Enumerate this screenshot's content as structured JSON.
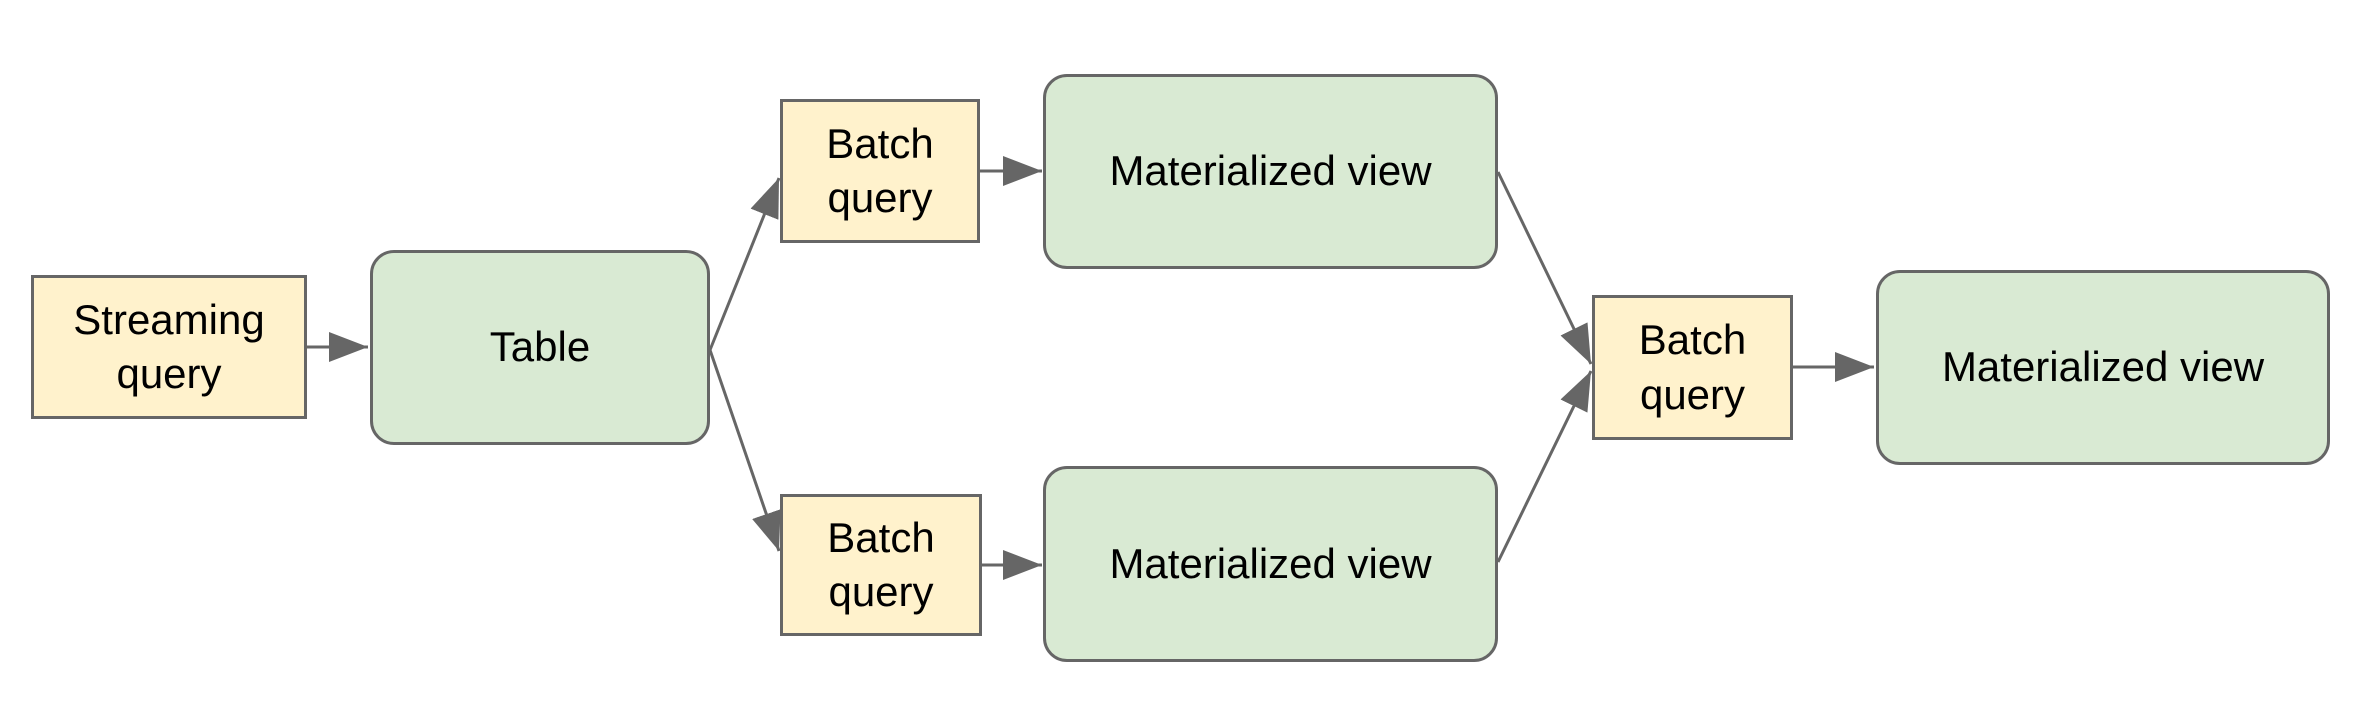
{
  "diagram": {
    "description": "Query pipeline flow diagram",
    "colors": {
      "background": "#ffffff",
      "query_box_fill": "#fff2cc",
      "table_box_fill": "#d9ead3",
      "box_border": "#666666",
      "arrow": "#666666",
      "text": "#000000"
    },
    "nodes": {
      "streaming_query": {
        "label": "Streaming query",
        "shape": "rectangle",
        "fill": "#fff2cc"
      },
      "table": {
        "label": "Table",
        "shape": "rounded-rectangle",
        "fill": "#d9ead3"
      },
      "batch_query_top": {
        "label": "Batch query",
        "shape": "rectangle",
        "fill": "#fff2cc"
      },
      "materialized_view_top": {
        "label": "Materialized view",
        "shape": "rounded-rectangle",
        "fill": "#d9ead3"
      },
      "batch_query_bottom": {
        "label": "Batch query",
        "shape": "rectangle",
        "fill": "#fff2cc"
      },
      "materialized_view_bottom": {
        "label": "Materialized view",
        "shape": "rounded-rectangle",
        "fill": "#d9ead3"
      },
      "batch_query_right": {
        "label": "Batch query",
        "shape": "rectangle",
        "fill": "#fff2cc"
      },
      "materialized_view_right": {
        "label": "Materialized view",
        "shape": "rounded-rectangle",
        "fill": "#d9ead3"
      }
    },
    "edges": [
      {
        "from": "streaming_query",
        "to": "table"
      },
      {
        "from": "table",
        "to": "batch_query_top"
      },
      {
        "from": "table",
        "to": "batch_query_bottom"
      },
      {
        "from": "batch_query_top",
        "to": "materialized_view_top"
      },
      {
        "from": "batch_query_bottom",
        "to": "materialized_view_bottom"
      },
      {
        "from": "materialized_view_top",
        "to": "batch_query_right"
      },
      {
        "from": "materialized_view_bottom",
        "to": "batch_query_right"
      },
      {
        "from": "batch_query_right",
        "to": "materialized_view_right"
      }
    ]
  }
}
